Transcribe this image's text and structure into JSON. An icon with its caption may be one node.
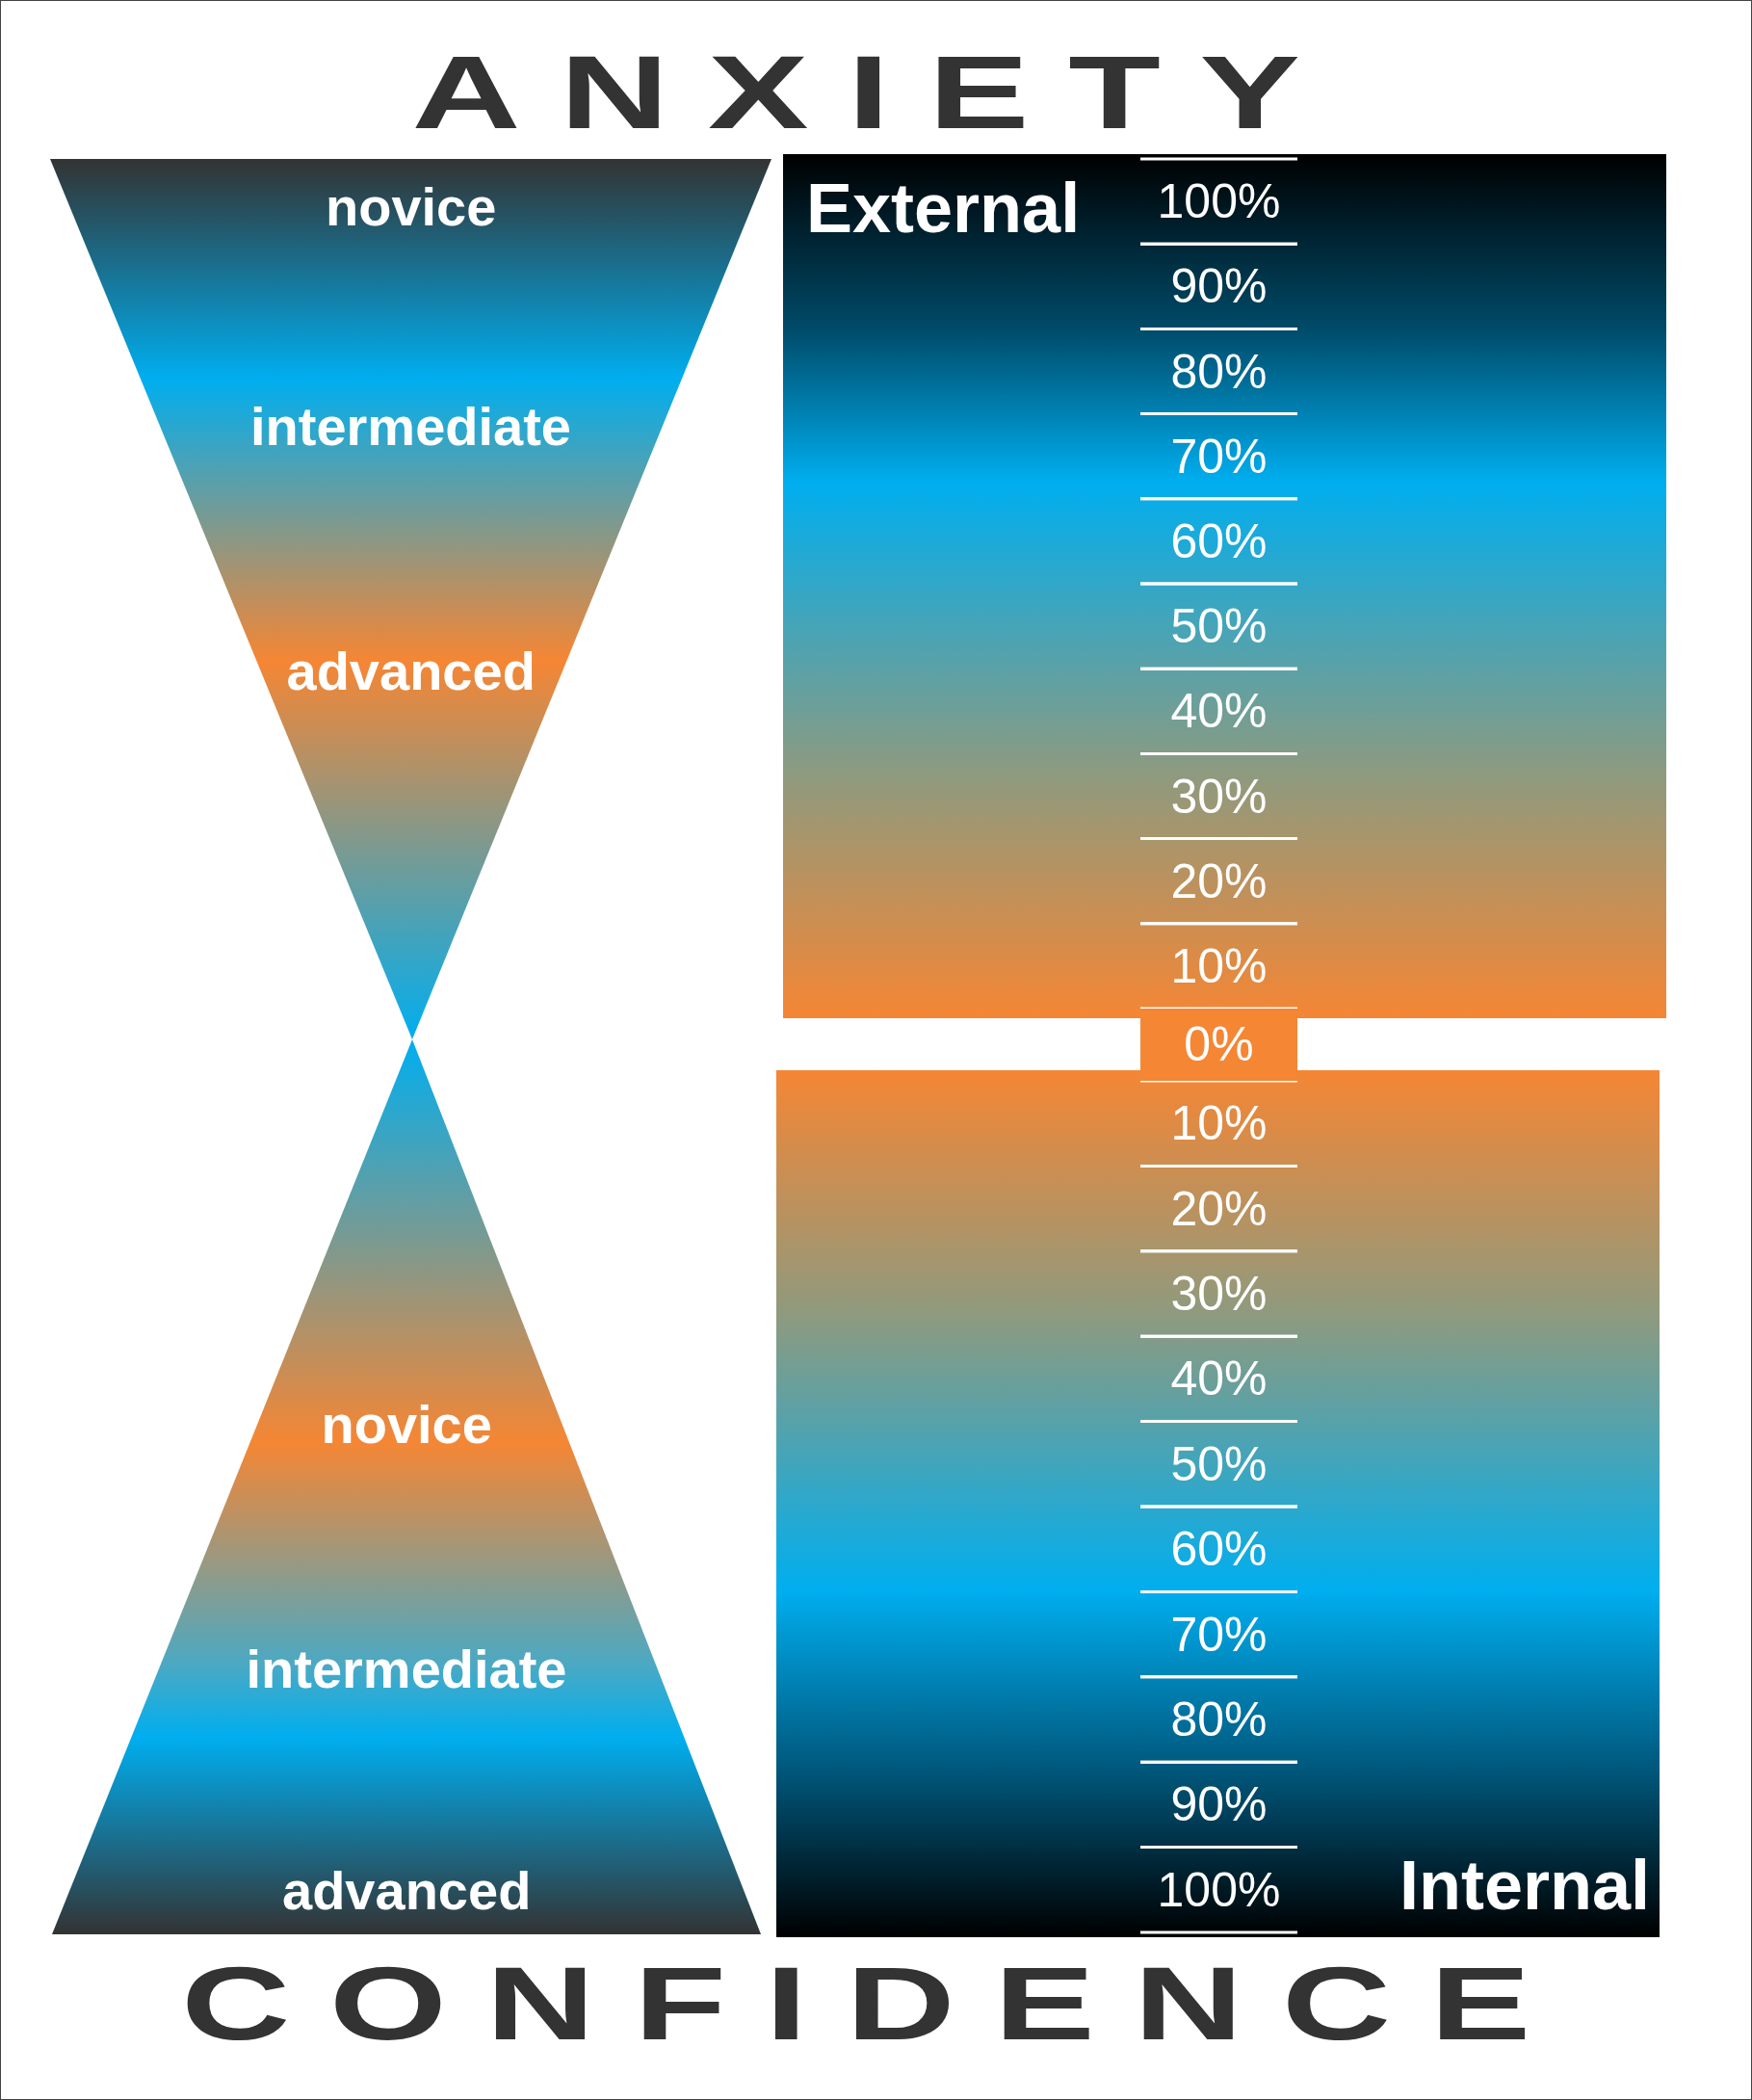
{
  "diagram": {
    "title": "ANXIETY",
    "caption": "CONFIDENCE",
    "nodes": [
      {
        "text": [
          "novice",
          "intermediate",
          "advanced"
        ]
      },
      {
        "text": [
          "novice",
          "intermediate",
          "advanced"
        ]
      },
      {
        "text": [
          "External"
        ]
      },
      {
        "text": [
          "Internal"
        ]
      }
    ],
    "labels": [
      "100%",
      "90%",
      "80%",
      "70%",
      "60%",
      "50%",
      "40%",
      "30%",
      "20%",
      "10%",
      "0%",
      "10%",
      "20%",
      "30%",
      "40%",
      "50%",
      "60%",
      "70%",
      "80%",
      "90%",
      "100%"
    ]
  }
}
